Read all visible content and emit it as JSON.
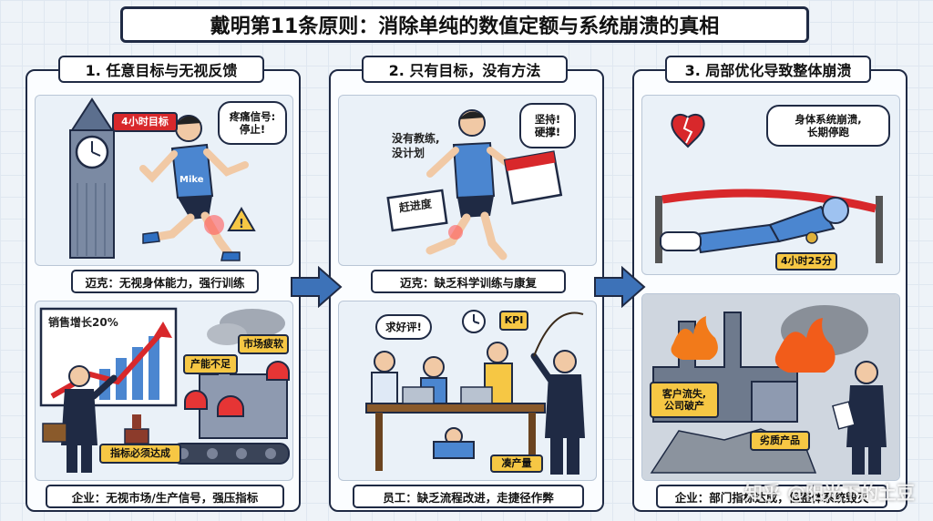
{
  "title": "戴明第11条原则：消除单纯的数值定额与系统崩溃的真相",
  "panels": [
    {
      "header": "1. 任意目标与无视反馈",
      "top_caption": "迈克：无视身体能力，强行训练",
      "bottom_caption": "企业：无视市场/生产信号，强压指标",
      "labels": {
        "target": "4小时目标",
        "pain": "疼痛信号:\n停止!",
        "shirt": "Mike",
        "sales": "销售增长20%",
        "capacity": "产能不足",
        "market": "市场疲软",
        "must": "指标必须达成"
      }
    },
    {
      "header": "2. 只有目标，没有方法",
      "top_caption": "迈克：缺乏科学训练与康复",
      "bottom_caption": "员工：缺乏流程改进，走捷径作弊",
      "labels": {
        "no_coach": "没有教练,\n没计划",
        "persist": "坚持!\n硬撑!",
        "rush": "赶进度",
        "praise": "求好评!",
        "kpi": "KPI",
        "pad": "凑产量"
      }
    },
    {
      "header": "3. 局部优化导致整体崩溃",
      "labels": {
        "collapse": "身体系统崩溃,\n长期停跑",
        "time": "4小时25分",
        "loss": "客户流失,\n公司破产",
        "inferior": "劣质产品"
      },
      "bottom_caption": "企业：部门指标达成，但整体系统毁灭"
    }
  ],
  "watermark": "知乎 @阳光下的土豆",
  "colors": {
    "navy": "#1f2a44",
    "red": "#d8282b",
    "arrow": "#3d72b8",
    "shirt": "#4b86d0",
    "yellow": "#f6c744"
  }
}
